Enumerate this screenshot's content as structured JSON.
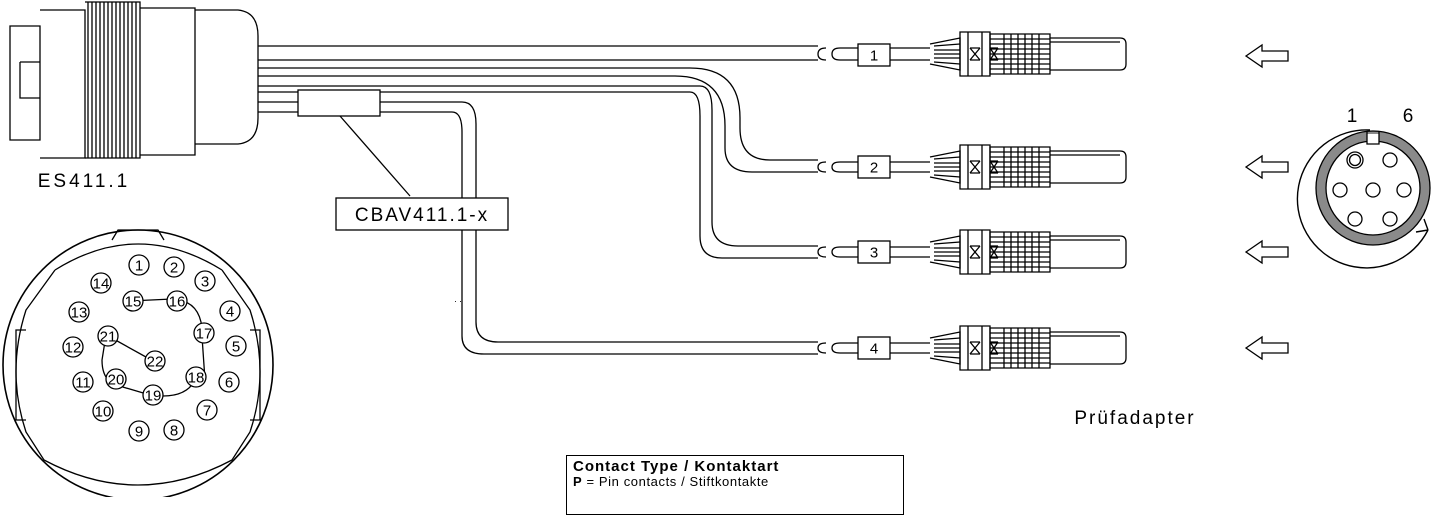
{
  "labels": {
    "module": "ES411.1",
    "cable": "CBAV411.1-x",
    "adapter": "Prüfadapter",
    "lemo_pin_first": "1",
    "lemo_pin_last": "6",
    "dots": ". ."
  },
  "branches": [
    "1",
    "2",
    "3",
    "4"
  ],
  "pins": [
    "1",
    "2",
    "3",
    "4",
    "5",
    "6",
    "7",
    "8",
    "9",
    "10",
    "11",
    "12",
    "13",
    "14",
    "15",
    "16",
    "17",
    "18",
    "19",
    "20",
    "21",
    "22"
  ],
  "legend": {
    "title": "Contact Type / Kontaktart",
    "line1_key": "P",
    "line1_text": " = Pin contacts / Stiftkontakte"
  }
}
